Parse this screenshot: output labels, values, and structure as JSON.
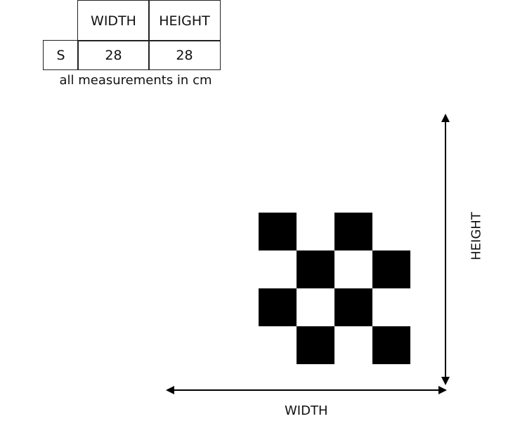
{
  "table": {
    "headers": [
      "WIDTH",
      "HEIGHT"
    ],
    "rows": [
      {
        "size": "S",
        "width": "28",
        "height": "28"
      }
    ]
  },
  "note": "all measurements in cm",
  "diagram": {
    "width_label": "WIDTH",
    "height_label": "HEIGHT"
  }
}
